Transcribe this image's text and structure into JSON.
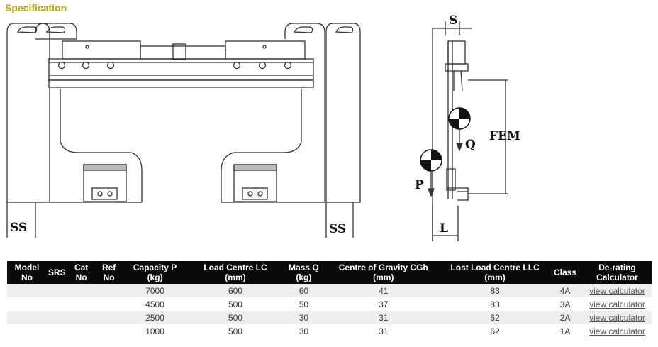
{
  "section_title": "Specification",
  "diagram_labels": {
    "ss_left": "SS",
    "ss_right": "SS",
    "s": "S",
    "fem": "FEM",
    "q": "Q",
    "p": "P",
    "l": "L"
  },
  "table": {
    "headers": [
      {
        "line1": "Model",
        "line2": "No"
      },
      {
        "line1": "SRS",
        "line2": ""
      },
      {
        "line1": "Cat",
        "line2": "No"
      },
      {
        "line1": "Ref",
        "line2": "No"
      },
      {
        "line1": "Capacity P",
        "line2": "(kg)"
      },
      {
        "line1": "Load Centre LC",
        "line2": "(mm)"
      },
      {
        "line1": "Mass Q",
        "line2": "(kg)"
      },
      {
        "line1": "Centre of Gravity CGh",
        "line2": "(mm)"
      },
      {
        "line1": "Lost Load Centre LLC",
        "line2": "(mm)"
      },
      {
        "line1": "Class",
        "line2": ""
      },
      {
        "line1": "De-rating",
        "line2": "Calculator"
      }
    ],
    "rows": [
      {
        "model": "",
        "srs": "",
        "cat": "",
        "ref": "",
        "capacity": "7000",
        "load_centre": "600",
        "mass": "60",
        "cog": "41",
        "llc": "83",
        "class": "4A",
        "calc": "view calculator"
      },
      {
        "model": "",
        "srs": "",
        "cat": "",
        "ref": "",
        "capacity": "4500",
        "load_centre": "500",
        "mass": "50",
        "cog": "37",
        "llc": "83",
        "class": "3A",
        "calc": "view calculator"
      },
      {
        "model": "",
        "srs": "",
        "cat": "",
        "ref": "",
        "capacity": "2500",
        "load_centre": "500",
        "mass": "30",
        "cog": "31",
        "llc": "62",
        "class": "2A",
        "calc": "view calculator"
      },
      {
        "model": "",
        "srs": "",
        "cat": "",
        "ref": "",
        "capacity": "1000",
        "load_centre": "500",
        "mass": "30",
        "cog": "31",
        "llc": "62",
        "class": "1A",
        "calc": "view calculator"
      }
    ]
  },
  "colors": {
    "title": "#b8a400",
    "header_bg": "#0a0a0a",
    "row_alt": "#eeeeee"
  }
}
